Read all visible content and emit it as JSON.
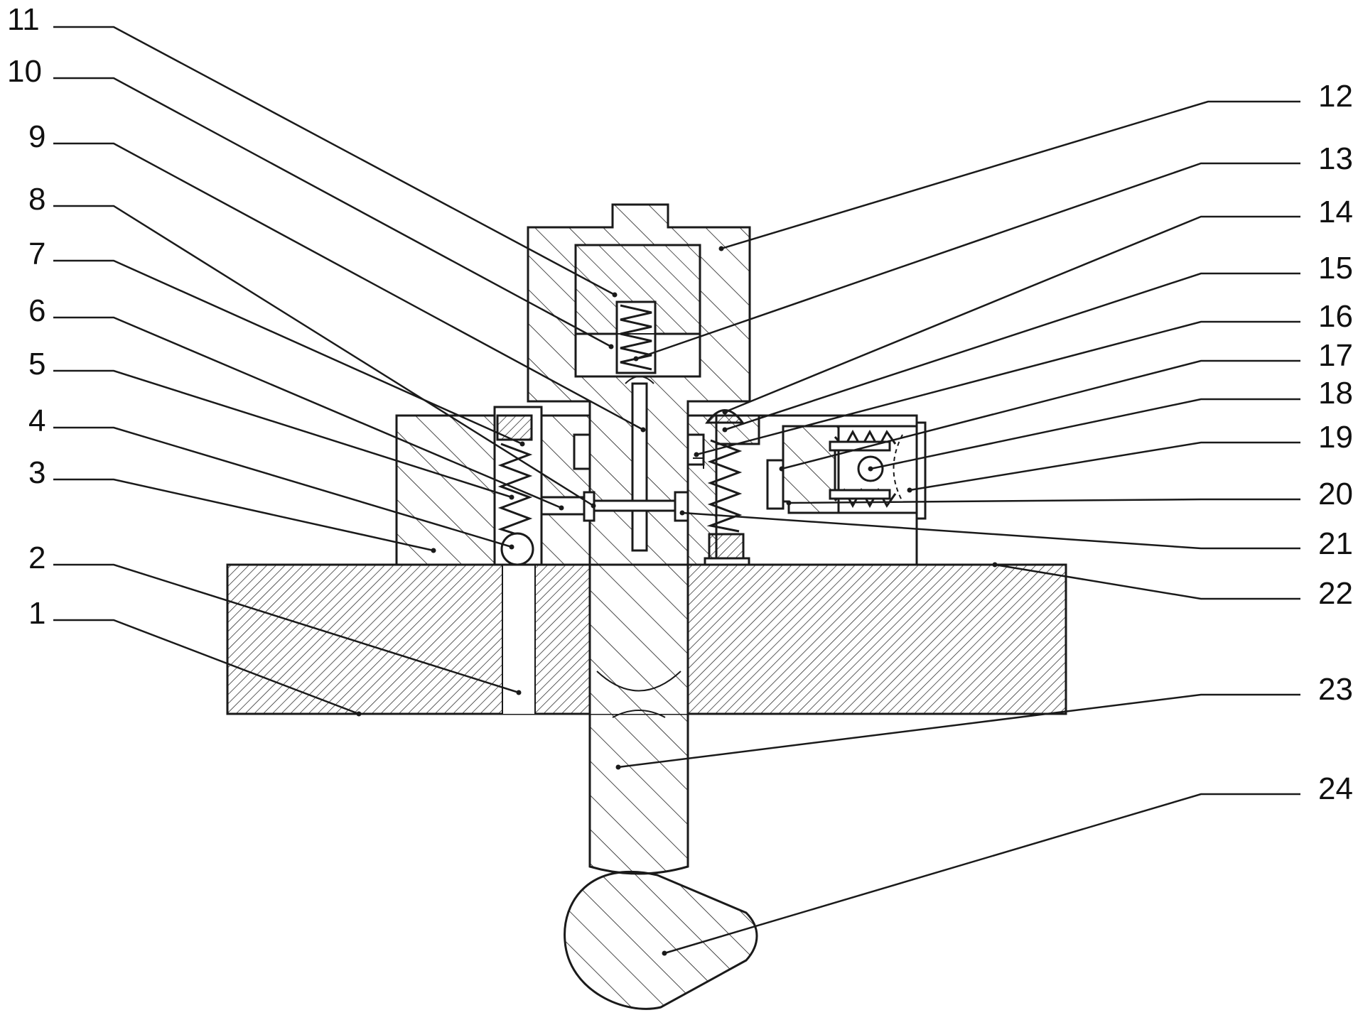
{
  "diagram": {
    "kind": "mechanical cross-section with numbered parts",
    "colors": {
      "line": "#1a1a1a",
      "background": "#ffffff",
      "label": "#111111"
    },
    "callouts": [
      {
        "id": "c1",
        "label": "1",
        "side": "left"
      },
      {
        "id": "c2",
        "label": "2",
        "side": "left"
      },
      {
        "id": "c3",
        "label": "3",
        "side": "left"
      },
      {
        "id": "c4",
        "label": "4",
        "side": "left"
      },
      {
        "id": "c5",
        "label": "5",
        "side": "left"
      },
      {
        "id": "c6",
        "label": "6",
        "side": "left"
      },
      {
        "id": "c7",
        "label": "7",
        "side": "left"
      },
      {
        "id": "c8",
        "label": "8",
        "side": "left"
      },
      {
        "id": "c9",
        "label": "9",
        "side": "left"
      },
      {
        "id": "c10",
        "label": "10",
        "side": "left"
      },
      {
        "id": "c11",
        "label": "11",
        "side": "left"
      },
      {
        "id": "c12",
        "label": "12",
        "side": "right"
      },
      {
        "id": "c13",
        "label": "13",
        "side": "right"
      },
      {
        "id": "c14",
        "label": "14",
        "side": "right"
      },
      {
        "id": "c15",
        "label": "15",
        "side": "right"
      },
      {
        "id": "c16",
        "label": "16",
        "side": "right"
      },
      {
        "id": "c17",
        "label": "17",
        "side": "right"
      },
      {
        "id": "c18",
        "label": "18",
        "side": "right"
      },
      {
        "id": "c19",
        "label": "19",
        "side": "right"
      },
      {
        "id": "c20",
        "label": "20",
        "side": "right"
      },
      {
        "id": "c21",
        "label": "21",
        "side": "right"
      },
      {
        "id": "c22",
        "label": "22",
        "side": "right"
      },
      {
        "id": "c23",
        "label": "23",
        "side": "right"
      },
      {
        "id": "c24",
        "label": "24",
        "side": "right"
      }
    ]
  }
}
